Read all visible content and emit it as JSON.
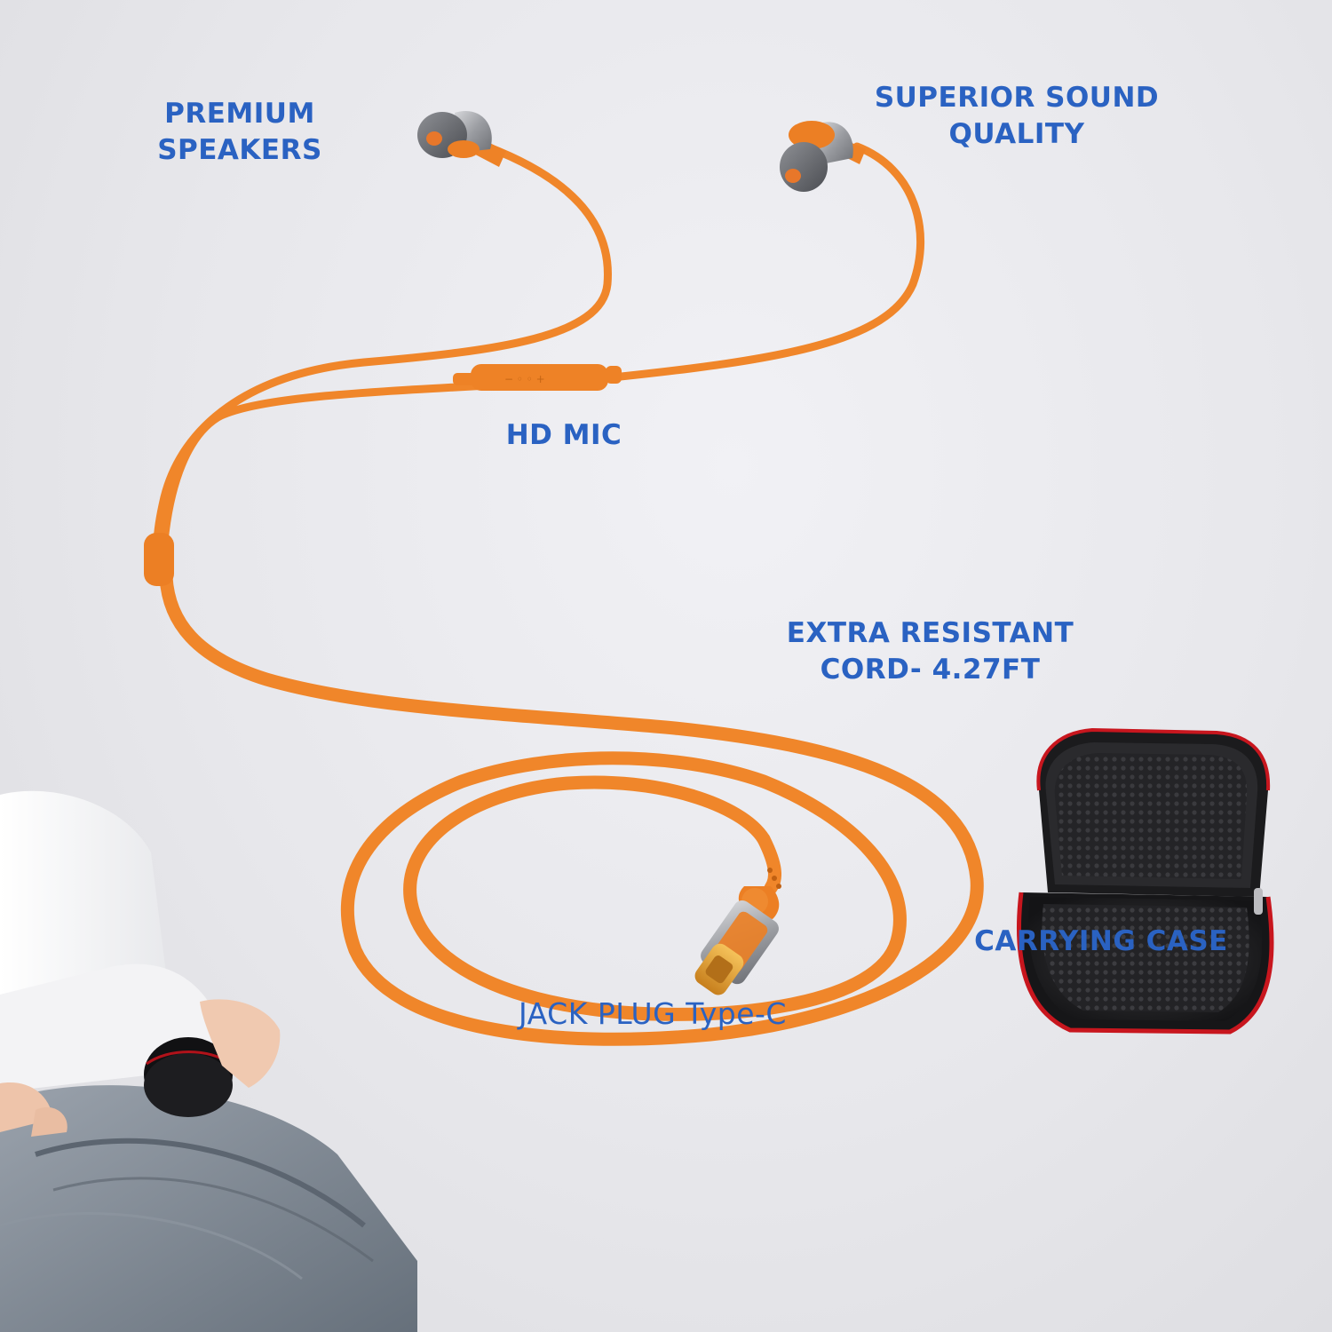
{
  "colors": {
    "background": "#e9e9ed",
    "label_blue": "#2a62c2",
    "cable_orange": "#f0862a",
    "case_red": "#c8161e",
    "case_black": "#1b1b1d",
    "bag_gray": "#7d8691"
  },
  "labels": {
    "premium_speakers": [
      "PREMIUM",
      "SPEAKERS"
    ],
    "superior_sound": [
      "SUPERIOR SOUND",
      "QUALITY"
    ],
    "hd_mic": "HD MIC",
    "cord": [
      "EXTRA RESISTANT",
      "CORD- 4.27FT"
    ],
    "jack": "JACK PLUG Type-C",
    "case": "CARRYING CASE"
  }
}
